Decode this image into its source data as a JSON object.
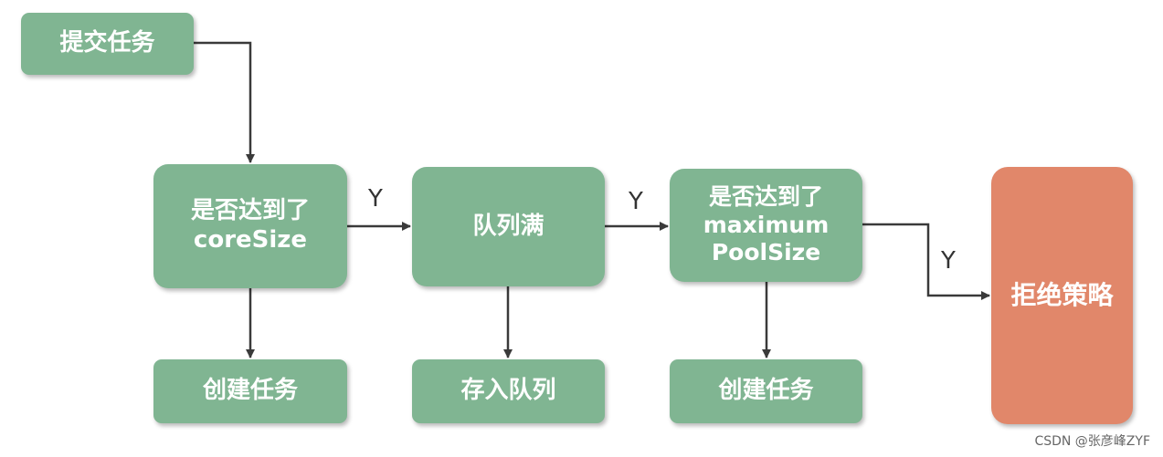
{
  "nodes": {
    "submit_task": "提交任务",
    "check_core": "是否达到了\ncoreSize",
    "queue_full": "队列满",
    "check_max": "是否达到了\nmaximum\nPoolSize",
    "reject_policy": "拒绝策略",
    "create_task_1": "创建任务",
    "enqueue": "存入队列",
    "create_task_2": "创建任务"
  },
  "edge_labels": {
    "core_to_queue": "Y",
    "queue_to_max": "Y",
    "max_to_reject": "Y"
  },
  "watermark": "CSDN @张彦峰ZYF",
  "colors": {
    "box_green": "#80b592",
    "box_orange": "#e1876a",
    "connector": "#3a3a3a",
    "box_text": "#ffffff"
  }
}
